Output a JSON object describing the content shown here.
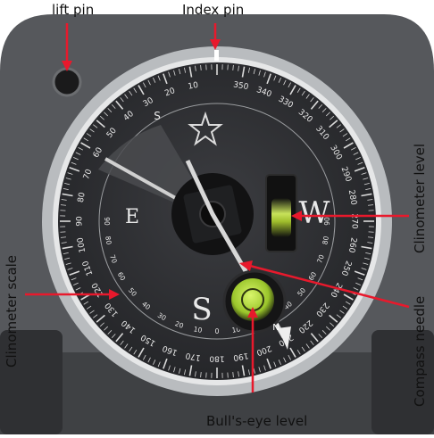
{
  "labels": {
    "lift_pin": "lift pin",
    "index_pin": "Index pin",
    "clinometer_level": "Clinometer level",
    "clinometer_scale": "Clinometer scale",
    "compass_needle": "Compass needle",
    "bulls_eye_level": "Bull's-eye level"
  },
  "dial": {
    "east": "E",
    "west": "W",
    "south": "S",
    "north_mark": "N",
    "south_small": "S",
    "outer_degrees": [
      "10",
      "20",
      "30",
      "40",
      "50",
      "60",
      "70",
      "80",
      "90",
      "100",
      "110",
      "120",
      "130",
      "140",
      "150",
      "160",
      "170",
      "180",
      "190",
      "200",
      "210",
      "220",
      "230",
      "240",
      "250",
      "260",
      "270",
      "280",
      "290",
      "300",
      "310",
      "320",
      "330",
      "340",
      "350"
    ],
    "inner_scale": [
      "90",
      "80",
      "70",
      "60",
      "50",
      "40",
      "30",
      "20",
      "10",
      "0",
      "10",
      "20",
      "30",
      "40",
      "50",
      "60",
      "70",
      "80",
      "90"
    ]
  },
  "colors": {
    "arrow": "#e8192c",
    "body": "#55575b",
    "ring": "#b9bcbf",
    "face": "#2a2b2e",
    "dial_text": "#e9e9e9",
    "bubble": "#b8e23a"
  }
}
